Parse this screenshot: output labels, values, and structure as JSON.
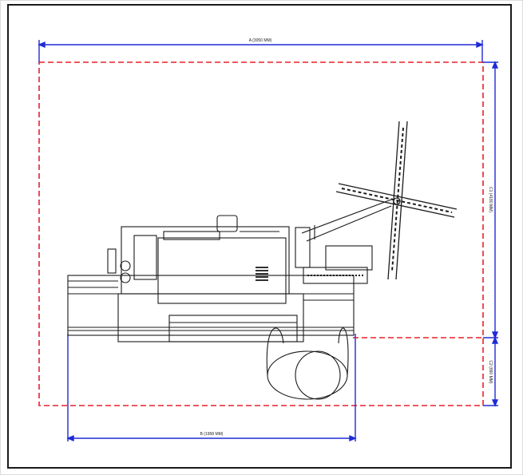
{
  "drawing": {
    "dimension_a": "A (3050 MM)",
    "dimension_b": "B (1958 MM)",
    "dimension_c1": "C1 (4180 MM)",
    "dimension_c2": "C2 (890 MM)"
  },
  "colors": {
    "dimension_line": "#1f2bd6",
    "safety_zone": "#e8202a",
    "machine_outline": "#1a1a1a"
  }
}
